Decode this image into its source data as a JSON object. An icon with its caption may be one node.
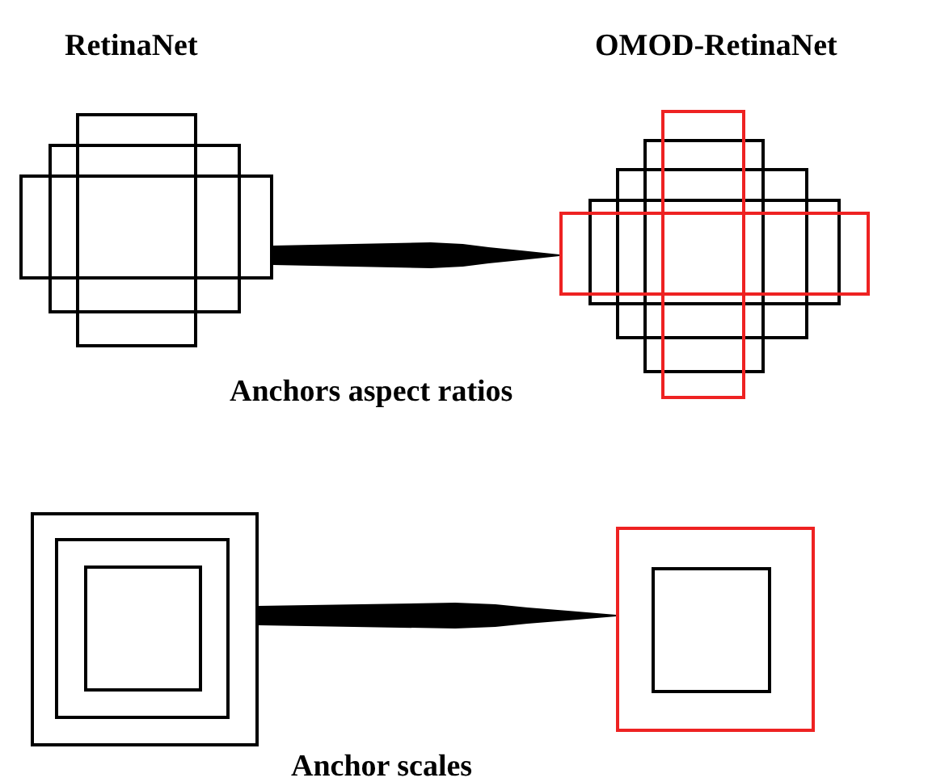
{
  "diagram": {
    "nodes": [
      {
        "text": [],
        "shape": "box"
      },
      {
        "text": [],
        "shape": "box"
      },
      {
        "text": [],
        "shape": "box"
      },
      {
        "text": [],
        "shape": "box"
      }
    ],
    "edges": [
      {
        "from": 0,
        "to": 1,
        "arrow": "to",
        "style": "thick"
      },
      {
        "from": 2,
        "to": 3,
        "arrow": "to",
        "style": "thick"
      }
    ],
    "labels": [
      "RetinaNet",
      "OMOD-RetinaNet",
      "Anchors aspect ratios",
      "Anchor scales"
    ]
  }
}
